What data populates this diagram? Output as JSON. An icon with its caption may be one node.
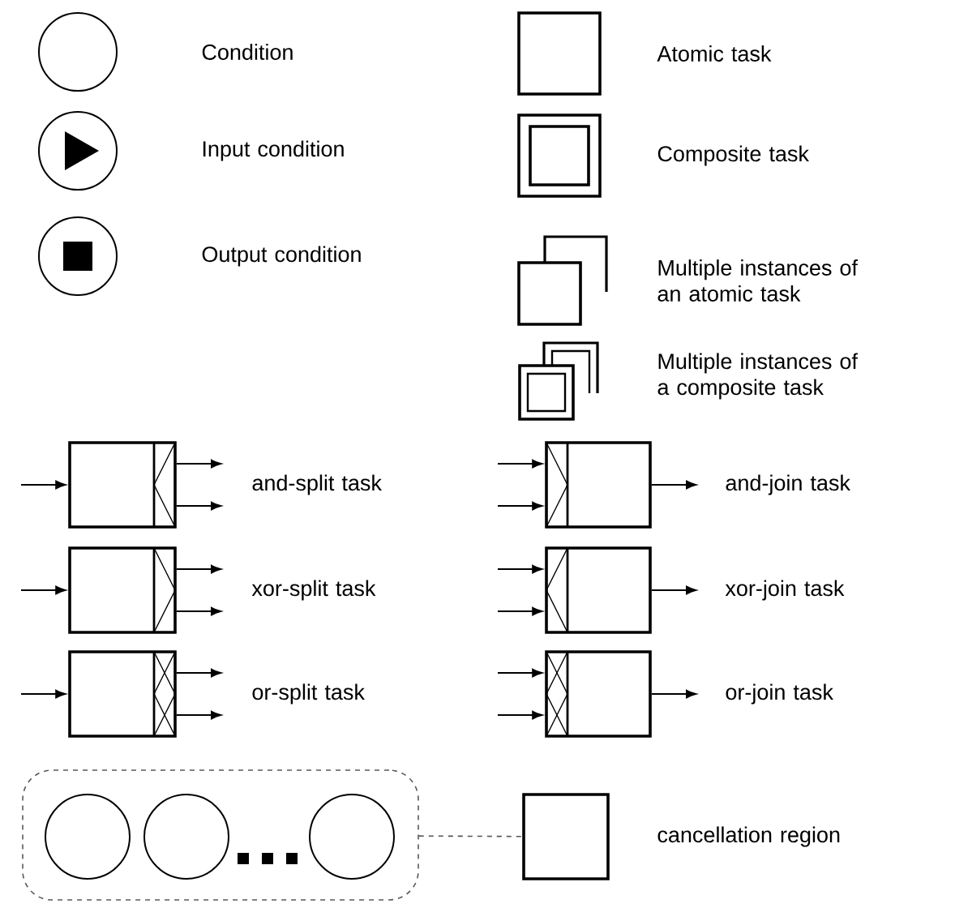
{
  "diagram": {
    "nodes": [
      {
        "text": [],
        "shape": "circle",
        "beside": [
          "Condition"
        ]
      },
      {
        "text": [],
        "shape": "box",
        "beside": [
          "Atomic task"
        ]
      },
      {
        "text": [],
        "shape": "circle",
        "beside": [
          "Input condition"
        ]
      },
      {
        "text": [],
        "shape": "box",
        "beside": [
          "Composite task"
        ]
      },
      {
        "text": [],
        "shape": "circle",
        "beside": [
          "Output condition"
        ]
      },
      {
        "text": [],
        "shape": "box",
        "beside": [
          "Multiple instances of an atomic task"
        ]
      },
      {
        "text": [],
        "shape": "box",
        "beside": [
          "Multiple instances of a composite task"
        ]
      },
      {
        "text": [],
        "shape": "box",
        "beside": [
          "and-split task"
        ]
      },
      {
        "text": [],
        "shape": "box",
        "beside": [
          "and-join task"
        ]
      },
      {
        "text": [],
        "shape": "box",
        "beside": [
          "xor-split task"
        ]
      },
      {
        "text": [],
        "shape": "box",
        "beside": [
          "xor-join task"
        ]
      },
      {
        "text": [],
        "shape": "box",
        "beside": [
          "or-split task"
        ]
      },
      {
        "text": [],
        "shape": "box",
        "beside": [
          "or-join task"
        ]
      },
      {
        "text": [],
        "shape": "box"
      },
      {
        "text": [],
        "shape": "circle",
        "in": 13
      },
      {
        "text": [],
        "shape": "circle",
        "in": 13
      },
      {
        "text": [],
        "shape": "circle",
        "in": 13
      },
      {
        "text": [],
        "shape": "box",
        "beside": [
          "cancellation region"
        ]
      }
    ],
    "edges": [
      {
        "from": null,
        "to": 7,
        "arrow": "to"
      },
      {
        "from": 7,
        "to": null,
        "arrow": "to"
      },
      {
        "from": 7,
        "to": null,
        "arrow": "to"
      },
      {
        "from": null,
        "to": 8,
        "arrow": "to"
      },
      {
        "from": null,
        "to": 8,
        "arrow": "to"
      },
      {
        "from": 8,
        "to": null,
        "arrow": "to"
      },
      {
        "from": null,
        "to": 9,
        "arrow": "to"
      },
      {
        "from": 9,
        "to": null,
        "arrow": "to"
      },
      {
        "from": 9,
        "to": null,
        "arrow": "to"
      },
      {
        "from": null,
        "to": 10,
        "arrow": "to"
      },
      {
        "from": null,
        "to": 10,
        "arrow": "to"
      },
      {
        "from": 10,
        "to": null,
        "arrow": "to"
      },
      {
        "from": null,
        "to": 11,
        "arrow": "to"
      },
      {
        "from": 11,
        "to": null,
        "arrow": "to"
      },
      {
        "from": 11,
        "to": null,
        "arrow": "to"
      },
      {
        "from": null,
        "to": 12,
        "arrow": "to"
      },
      {
        "from": null,
        "to": 12,
        "arrow": "to"
      },
      {
        "from": 12,
        "to": null,
        "arrow": "to"
      },
      {
        "from": 13,
        "to": 17,
        "arrow": "none",
        "style": "dashed",
        "color": "#555555"
      }
    ]
  }
}
